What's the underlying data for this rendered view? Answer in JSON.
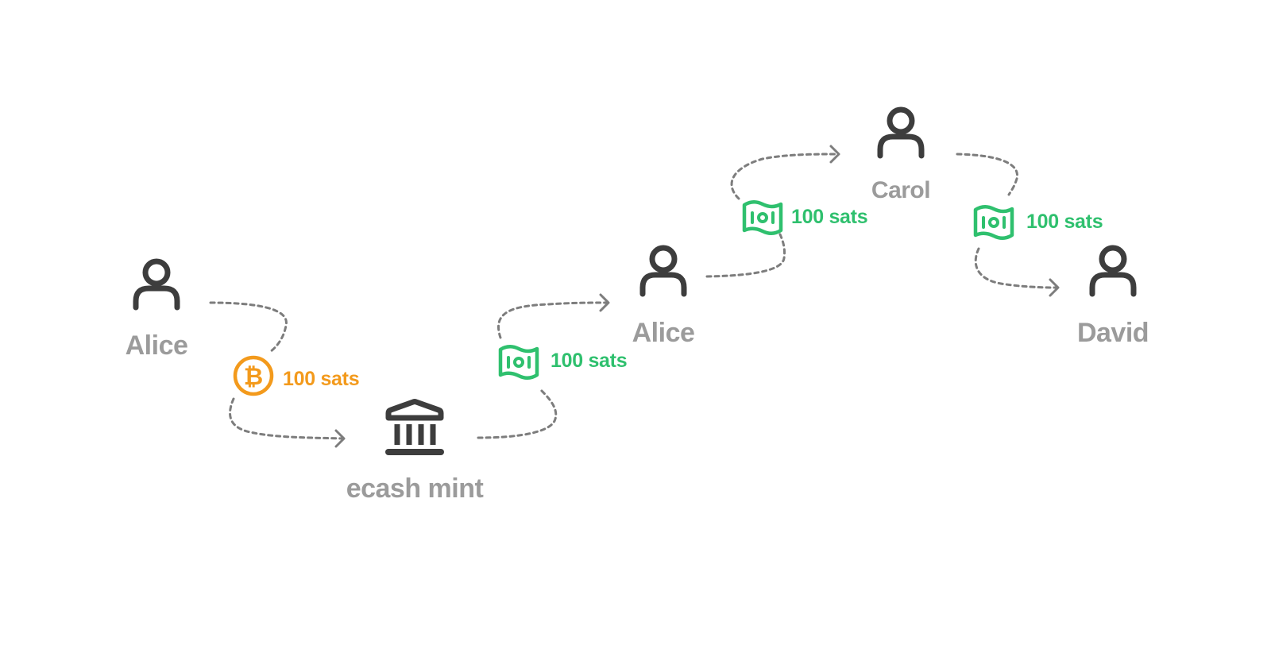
{
  "colors": {
    "node_icon": "#3d3d3d",
    "node_label": "#9b9b9b",
    "arrow": "#7d7d7d",
    "ecash": "#2fc06e",
    "bitcoin": "#f39a1c"
  },
  "nodes": [
    {
      "id": "alice-1",
      "label": "Alice",
      "icon": "user-icon"
    },
    {
      "id": "mint",
      "label": "ecash mint",
      "icon": "bank-icon"
    },
    {
      "id": "alice-2",
      "label": "Alice",
      "icon": "user-icon"
    },
    {
      "id": "carol",
      "label": "Carol",
      "icon": "user-icon"
    },
    {
      "id": "david",
      "label": "David",
      "icon": "user-icon"
    }
  ],
  "transfers": [
    {
      "from": "alice-1",
      "to": "mint",
      "amount": "100 sats",
      "token": "bitcoin-icon"
    },
    {
      "from": "mint",
      "to": "alice-2",
      "amount": "100 sats",
      "token": "ecash-note-icon"
    },
    {
      "from": "alice-2",
      "to": "carol",
      "amount": "100 sats",
      "token": "ecash-note-icon"
    },
    {
      "from": "carol",
      "to": "david",
      "amount": "100 sats",
      "token": "ecash-note-icon"
    }
  ]
}
